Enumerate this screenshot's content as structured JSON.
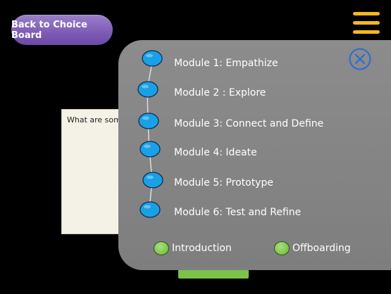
{
  "header": {
    "back_label": "Back to Choice Board",
    "menu_icon": "hamburger-menu-icon"
  },
  "background": {
    "question_text": "What are som"
  },
  "menu": {
    "close_icon": "close-x-icon",
    "modules": [
      {
        "label": "Module 1:  Empathize"
      },
      {
        "label": "Module 2 : Explore"
      },
      {
        "label": "Module 3:  Connect and Define"
      },
      {
        "label": "Module 4: Ideate"
      },
      {
        "label": "Module 5: Prototype"
      },
      {
        "label": "Module 6: Test and Refine"
      }
    ],
    "extras": [
      {
        "label": "Introduction"
      },
      {
        "label": "Offboarding"
      }
    ]
  },
  "colors": {
    "panel": "#858585",
    "node_blue": "#1aa0e6",
    "node_outline": "#0b2a4a",
    "green": "#7cc34a",
    "accent_yellow": "#f3b81a",
    "purple": "#7d5bb5",
    "close_blue": "#2a6bd6"
  }
}
